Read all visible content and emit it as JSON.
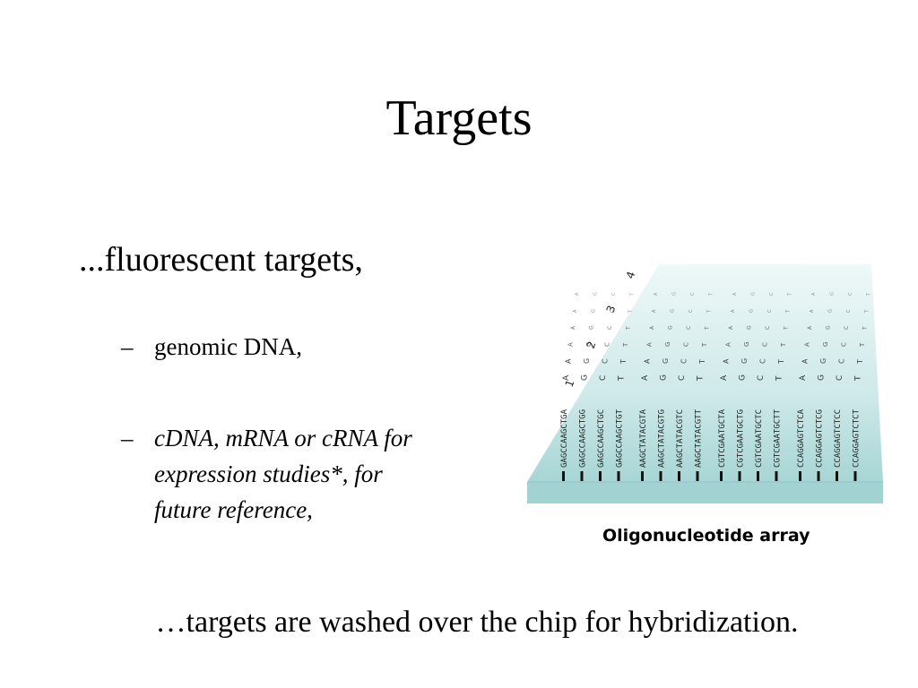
{
  "slide": {
    "title": "Targets",
    "bullet": "...fluorescent targets,",
    "sub_items": [
      {
        "dash": "–",
        "lines": [
          "genomic DNA,"
        ]
      },
      {
        "dash": "–",
        "lines": [
          "cDNA, mRNA or cRNA for",
          "expression studies*, for",
          "future reference,"
        ]
      }
    ],
    "footer": "…targets are washed over the chip for hybridization."
  },
  "figure": {
    "caption": "Oligonucleotide array",
    "position_numbers": [
      "1",
      "2",
      "3",
      "4"
    ],
    "probe_sequences": [
      "GAGCCAAGCTGA",
      "GAGCCAAGCTGG",
      "GAGCCAAGCTGC",
      "GAGCCAAGCTGT",
      "AAGCTATACGTA",
      "AAGCTATACGTG",
      "AAGCTATACGTC",
      "AAGCTATACGTT",
      "CGTCGAATGCTA",
      "CGTCGAATGCTG",
      "CGTCGAATGCTC",
      "CGTCGAATGCTT",
      "CCAGGAGTCTCA",
      "CCAGGAGTCTCG",
      "CCAGGAGTCTCC",
      "CCAGGAGTCTCT"
    ],
    "colors": {
      "surface_light": "#e6f4f4",
      "surface_dark": "#a9d6d6",
      "edge": "#9fd0d0",
      "ink": "#222222"
    }
  }
}
